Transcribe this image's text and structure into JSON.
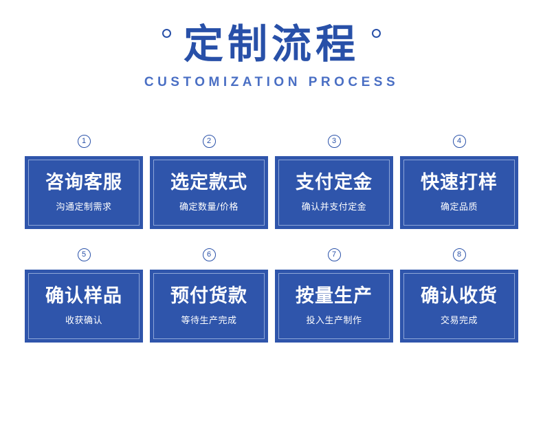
{
  "header": {
    "title": "定制流程",
    "subtitle": "CUSTOMIZATION PROCESS",
    "accent_color": "#2850a8"
  },
  "steps": [
    {
      "number": "1",
      "title": "咨询客服",
      "desc": "沟通定制需求"
    },
    {
      "number": "2",
      "title": "选定款式",
      "desc": "确定数量/价格"
    },
    {
      "number": "3",
      "title": "支付定金",
      "desc": "确认并支付定金"
    },
    {
      "number": "4",
      "title": "快速打样",
      "desc": "确定品质"
    },
    {
      "number": "5",
      "title": "确认样品",
      "desc": "收获确认"
    },
    {
      "number": "6",
      "title": "预付货款",
      "desc": "等待生产完成"
    },
    {
      "number": "7",
      "title": "按量生产",
      "desc": "投入生产制作"
    },
    {
      "number": "8",
      "title": "确认收货",
      "desc": "交易完成"
    }
  ],
  "theme": {
    "card_fill": "#2f55ab",
    "card_inner_border": "#8ea7d8",
    "text_on_card": "#ffffff",
    "background": "#ffffff"
  }
}
